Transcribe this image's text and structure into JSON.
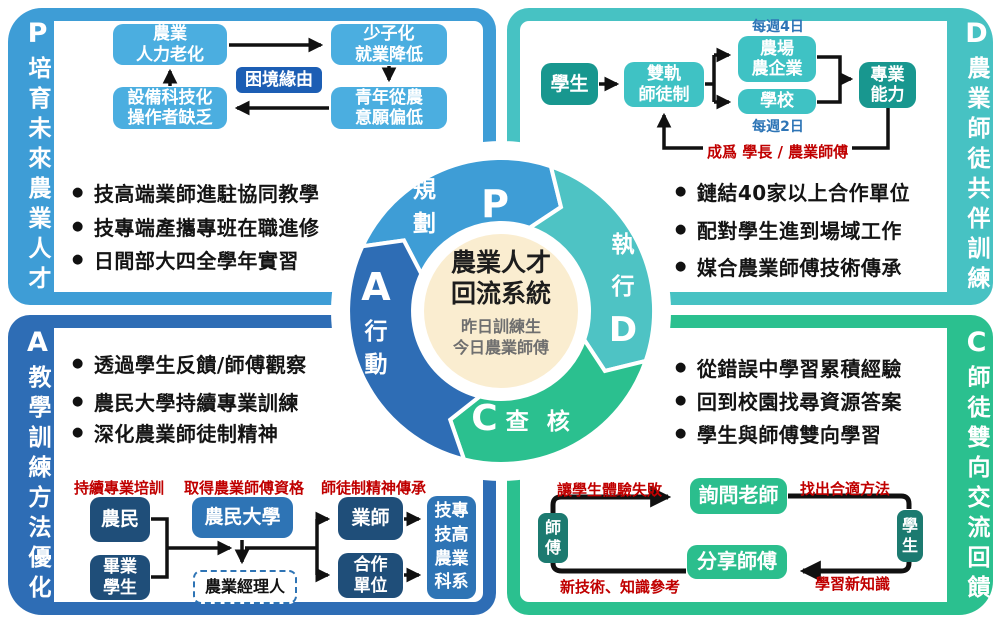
{
  "pdca": {
    "plan": {
      "label": "規 劃",
      "letter": "P"
    },
    "do": {
      "label": "執\n行",
      "letter": "D"
    },
    "check": {
      "label": "查 核",
      "letter": "C"
    },
    "act": {
      "label": "行\n動",
      "letter": "A"
    },
    "core": {
      "title": "農業人才\n回流系統",
      "subtitle": "昨日訓練生\n今日農業師傅"
    }
  },
  "plan_quadrant": {
    "letter": "P",
    "sidebar": "培育未來農業人才",
    "flow": {
      "aging": "農業\n人力老化",
      "low_birth": "少子化\n就業降低",
      "cause": "困境緣由",
      "equipment": "設備科技化\n操作者缺乏",
      "youth": "青年從農\n意願偏低"
    },
    "bullets": [
      "技高端業師進駐協同教學",
      "技專端產攜專班在職進修",
      "日間部大四全學年實習"
    ]
  },
  "do_quadrant": {
    "letter": "D",
    "sidebar": "農業師徒共伴訓練",
    "flow": {
      "student": "學生",
      "dual": "雙軌\n師徒制",
      "farm": "農場\n農企業",
      "school": "學校",
      "ability": "專業\n能力",
      "days4": "每週4日",
      "days2": "每週2日",
      "become": "成爲 學長 / 農業師傅"
    },
    "bullets": [
      "鏈結40家以上合作單位",
      "配對學生進到場域工作",
      "媒合農業師傅技術傳承"
    ]
  },
  "act_quadrant": {
    "letter": "A",
    "sidebar": "教學訓練方法優化",
    "flow": {
      "label_training": "持續專業培訓",
      "label_qualify": "取得農業師傅資格",
      "label_spirit": "師徒制精神傳承",
      "farmer": "農民",
      "graduate": "畢業\n學生",
      "university": "農民大學",
      "manager": "農業經理人",
      "mentor": "業師",
      "partner": "合作\n單位",
      "departments": "技專\n技高\n農業\n科系"
    },
    "bullets": [
      "透過學生反饋/師傅觀察",
      "農民大學持續專業訓練",
      "深化農業師徒制精神"
    ]
  },
  "check_quadrant": {
    "letter": "C",
    "sidebar": "師徒雙向交流回饋",
    "flow": {
      "master": "師\n傅",
      "student": "學\n生",
      "ask": "詢問老師",
      "share": "分享師傅",
      "fail": "讓學生體驗失敗",
      "method": "找出合適方法",
      "newtech": "新技術、知識參考",
      "newknow": "學習新知識"
    },
    "bullets": [
      "從錯誤中學習累積經驗",
      "回到校園找尋資源答案",
      "學生與師傅雙向學習"
    ]
  },
  "colors": {
    "plan_blue": "#3E9DD6",
    "do_teal": "#47C2C3",
    "check_green": "#2BC08F",
    "act_blue": "#2E6DB5",
    "light_blue_box": "#4BAEE0",
    "cause_blue": "#1C5EB4",
    "dark_teal_box": "#18978F",
    "navy_box": "#1F4E79",
    "medium_blue_box": "#2E74B5",
    "green_box": "#2BBE8D",
    "dark_green_box": "#1C7A70",
    "cream_center": "#FAEDD0",
    "red_label": "#C00000",
    "blue_label": "#2E75B6"
  }
}
